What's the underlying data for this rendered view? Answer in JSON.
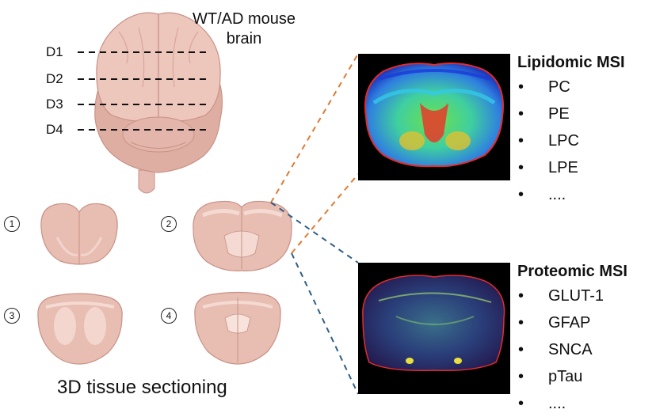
{
  "brain_title": [
    "WT/AD mouse",
    "brain"
  ],
  "section_lines": [
    "D1",
    "D2",
    "D3",
    "D4"
  ],
  "section_numbers": [
    "1",
    "2",
    "3",
    "4"
  ],
  "caption": "3D tissue sectioning",
  "lipidomic": {
    "title": "Lipidomic MSI",
    "items": [
      "PC",
      "PE",
      "LPC",
      "LPE",
      "...."
    ]
  },
  "proteomic": {
    "title": "Proteomic MSI",
    "items": [
      "GLUT-1",
      "GFAP",
      "SNCA",
      "pTau",
      "...."
    ]
  },
  "colors": {
    "brain_fill": "#e9c0b6",
    "brain_stroke": "#c89287",
    "orange_dash": "#e07a34",
    "blue_dash": "#2f5f86",
    "outline_red": "#e52b2b"
  }
}
